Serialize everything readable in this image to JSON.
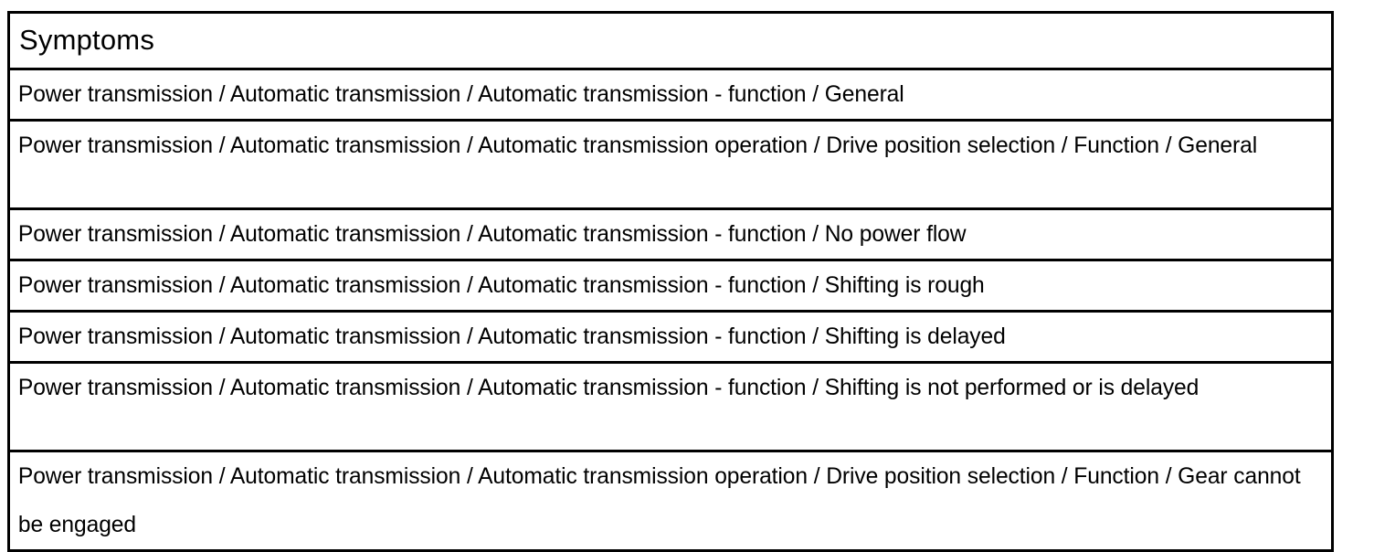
{
  "table": {
    "header": {
      "title": "Symptoms"
    },
    "rows": [
      {
        "text": "Power transmission / Automatic transmission / Automatic transmission - function / General",
        "wrapped": false
      },
      {
        "text": "Power transmission / Automatic transmission / Automatic transmission operation / Drive position selection / Function / General",
        "wrapped": true
      },
      {
        "text": "Power transmission / Automatic transmission / Automatic transmission - function / No power flow",
        "wrapped": false
      },
      {
        "text": "Power transmission / Automatic transmission / Automatic transmission - function / Shifting is rough",
        "wrapped": false
      },
      {
        "text": "Power transmission / Automatic transmission / Automatic transmission - function / Shifting is delayed",
        "wrapped": false
      },
      {
        "text": "Power transmission / Automatic transmission / Automatic transmission - function / Shifting is not performed or is delayed",
        "wrapped": true
      },
      {
        "text": "Power transmission / Automatic transmission / Automatic transmission operation / Drive position selection / Function / Gear cannot be engaged",
        "wrapped": true
      }
    ]
  },
  "colors": {
    "border": "#000000",
    "text": "#000000",
    "background": "#ffffff"
  }
}
